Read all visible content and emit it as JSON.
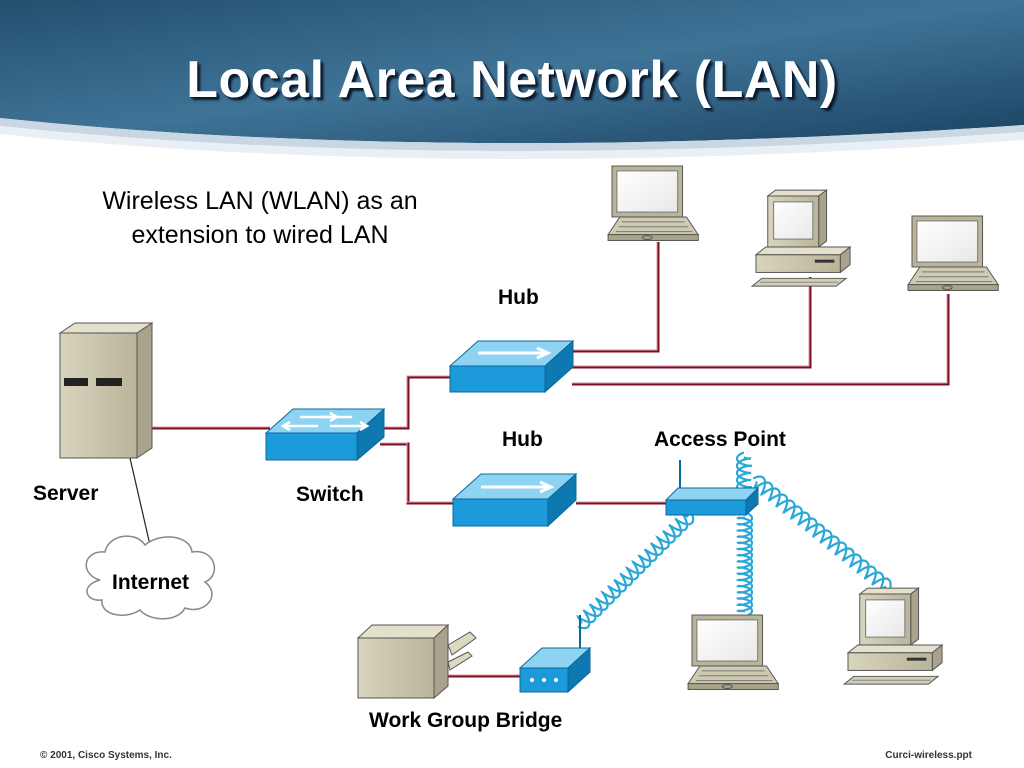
{
  "title": "Local Area Network (LAN)",
  "subtitle": {
    "line1": "Wireless LAN (WLAN) as an",
    "line2": "extension to wired LAN"
  },
  "labels": {
    "hub_top": "Hub",
    "hub_bottom": "Hub",
    "access_point": "Access Point",
    "server": "Server",
    "switch": "Switch",
    "internet": "Internet",
    "work_group_bridge": "Work Group Bridge"
  },
  "footer": {
    "left": "© 2001, Cisco Systems, Inc.",
    "right": "Curci-wireless.ppt"
  },
  "colors": {
    "header_dark": "#0c2b45",
    "header_light": "#3a6f93",
    "cable": "#7a1024",
    "device_blue": "#1c9ad9",
    "radio_wave": "#2aa8d8",
    "device_beige": "#c8c3aa"
  }
}
